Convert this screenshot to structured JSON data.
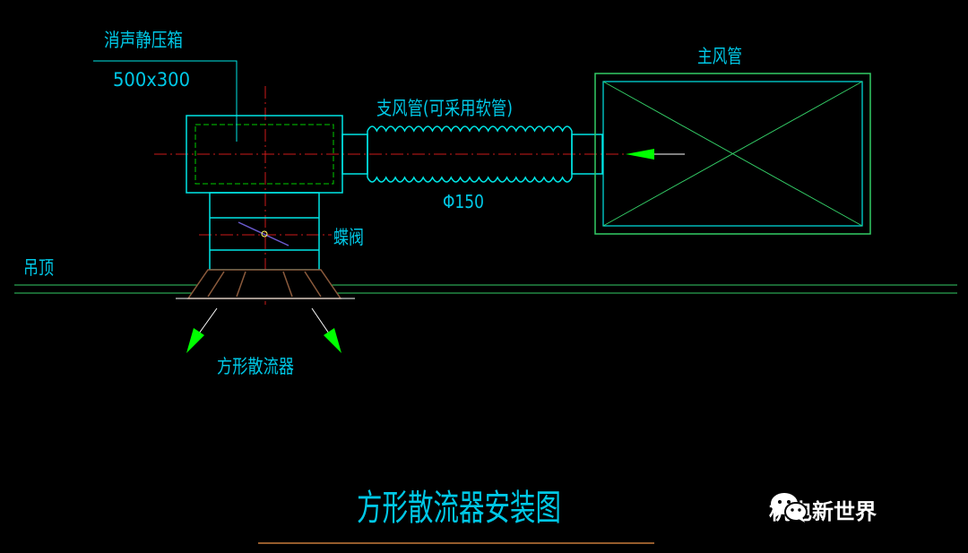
{
  "labels": {
    "plenum_box_name": "消声静压箱",
    "plenum_box_size": "500x300",
    "branch_duct": "支风管(可采用软管)",
    "branch_diameter": "Φ150",
    "main_duct": "主风管",
    "damper": "蝶阀",
    "ceiling": "吊顶",
    "diffuser": "方形散流器",
    "drawing_title": "方形散流器安装图"
  },
  "watermark": {
    "text": "机电新世界",
    "icon": "wechat-icon"
  },
  "colors": {
    "background": "#000000",
    "outline": "#00e6e6",
    "text": "#00c8e6",
    "green": "#00ff00",
    "centerline": "#cc1a1a",
    "ceiling": "#33cc66",
    "title_underline": "#c87a3a",
    "diffuser_fill": "#8b5a3c"
  }
}
